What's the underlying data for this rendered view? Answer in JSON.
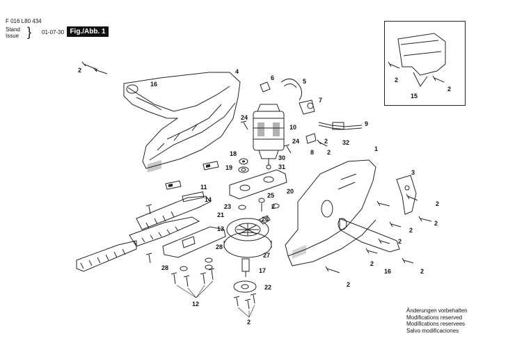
{
  "header": {
    "doc_number": "F 016 L80 434",
    "stand_label": "Stand",
    "issue_label": "Issue",
    "date": "01-07-30",
    "figure": "Fig./Abb. 1"
  },
  "callouts": {
    "c1": "1",
    "c2": "2",
    "c3": "3",
    "c4": "4",
    "c5": "5",
    "c6": "6",
    "c7": "7",
    "c8": "8",
    "c9": "9",
    "c10": "10",
    "c11": "11",
    "c12": "12",
    "c13": "13",
    "c14": "14",
    "c15": "15",
    "c16": "16",
    "c17": "17",
    "c18": "18",
    "c19": "19",
    "c20": "20",
    "c21": "21",
    "c22": "22",
    "c23": "23",
    "c24": "24",
    "c25": "25",
    "c26": "26",
    "c27": "27",
    "c28": "28",
    "c30": "30",
    "c31": "31",
    "c32": "32"
  },
  "notes": [
    "Änderungen vorbehalten",
    "Modifications reserved",
    "Modifications reservees",
    "Salvo modificaciones"
  ]
}
